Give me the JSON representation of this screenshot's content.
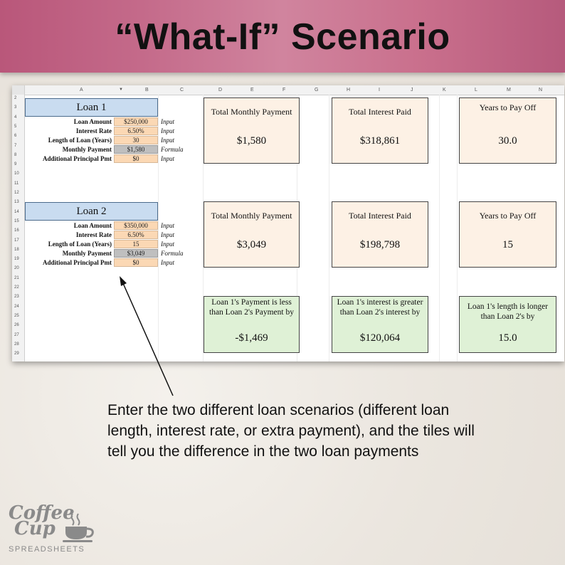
{
  "banner": {
    "title": "“What-If” Scenario"
  },
  "sheet": {
    "columns": [
      "A",
      "B",
      "C",
      "D",
      "E",
      "F",
      "G",
      "H",
      "I",
      "J",
      "K",
      "L",
      "M",
      "N"
    ],
    "rows": [
      "2",
      "3",
      "4",
      "5",
      "6",
      "7",
      "8",
      "9",
      "10",
      "11",
      "12",
      "13",
      "14",
      "15",
      "16",
      "17",
      "18",
      "19",
      "20",
      "21",
      "22",
      "23",
      "24",
      "25",
      "26",
      "27",
      "28",
      "29"
    ]
  },
  "loan1": {
    "title": "Loan 1",
    "fields": [
      {
        "label": "Loan Amount",
        "value": "$250,000",
        "type": "Input"
      },
      {
        "label": "Interest Rate",
        "value": "6.50%",
        "type": "Input"
      },
      {
        "label": "Length of Loan (Years)",
        "value": "30",
        "type": "Input"
      },
      {
        "label": "Monthly Payment",
        "value": "$1,580",
        "type": "Formula"
      },
      {
        "label": "Additional Principal Pmt",
        "value": "$0",
        "type": "Input"
      }
    ],
    "tiles": [
      {
        "title": "Total Monthly Payment",
        "value": "$1,580"
      },
      {
        "title": "Total Interest Paid",
        "value": "$318,861"
      },
      {
        "title": "Years to Pay Off",
        "value": "30.0"
      }
    ]
  },
  "loan2": {
    "title": "Loan 2",
    "fields": [
      {
        "label": "Loan Amount",
        "value": "$350,000",
        "type": "Input"
      },
      {
        "label": "Interest Rate",
        "value": "6.50%",
        "type": "Input"
      },
      {
        "label": "Length of Loan (Years)",
        "value": "15",
        "type": "Input"
      },
      {
        "label": "Monthly Payment",
        "value": "$3,049",
        "type": "Formula"
      },
      {
        "label": "Additional Principal Pmt",
        "value": "$0",
        "type": "Input"
      }
    ],
    "tiles": [
      {
        "title": "Total Monthly Payment",
        "value": "$3,049"
      },
      {
        "title": "Total Interest Paid",
        "value": "$198,798"
      },
      {
        "title": "Years to Pay Off",
        "value": "15"
      }
    ]
  },
  "comparison": [
    {
      "title": "Loan 1's Payment is less than Loan 2's Payment by",
      "value": "-$1,469"
    },
    {
      "title": "Loan 1's interest is greater than Loan 2's interest by",
      "value": "$120,064"
    },
    {
      "title": "Loan 1's length is longer than Loan 2's by",
      "value": "15.0"
    }
  ],
  "caption": "Enter the two different loan scenarios (different loan length, interest rate, or extra payment), and the tiles will tell you the difference in the two loan payments",
  "logo": {
    "line1": "Coffee",
    "line2": "Cup",
    "line3": "SPREADSHEETS"
  },
  "colors": {
    "banner": "#c46a8a",
    "loan_header": "#c9dcf0",
    "input_cell": "#fbd8b4",
    "formula_cell": "#bfbfbf",
    "tile": "#fdf1e5",
    "compare_tile": "#dff1d6"
  }
}
